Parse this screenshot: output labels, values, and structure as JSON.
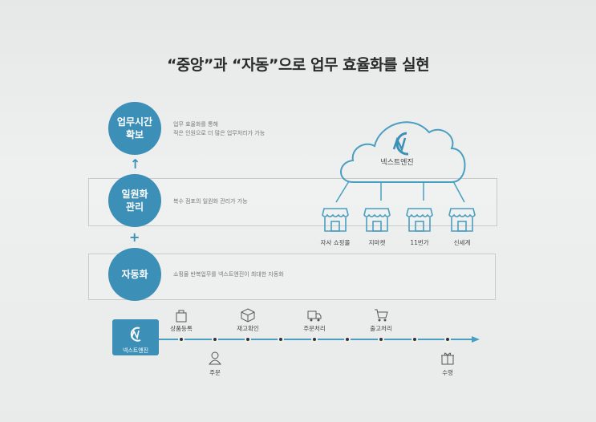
{
  "title": "“중앙”과 “자동”으로 업무 효율화를 실현",
  "steps": [
    {
      "label": "업무시간\n확보",
      "desc": "업무 효율화를 통해\n적은 인원으로 더 많은 업무처리가 가능"
    },
    {
      "label": "일원화\n관리",
      "desc": "복수 점포의 일원화 관리가 가능"
    },
    {
      "label": "자동화",
      "desc": "쇼핑몰 반복업무를 넥스트엔진이 최대한 자동화"
    }
  ],
  "connectors": {
    "arrow": "↑",
    "plus": "+"
  },
  "cloud": {
    "label": "넥스트엔진",
    "icon": "nextengine-logo-icon"
  },
  "stores": [
    "자사 쇼핑몰",
    "지마켓",
    "11번가",
    "신세계"
  ],
  "timeline": {
    "brand": "넥스트엔진",
    "top": [
      "상품등록",
      "재고확인",
      "주문처리",
      "출고처리"
    ],
    "bottom": [
      "주문",
      "수령"
    ]
  },
  "colors": {
    "accent": "#3c8fb6"
  }
}
